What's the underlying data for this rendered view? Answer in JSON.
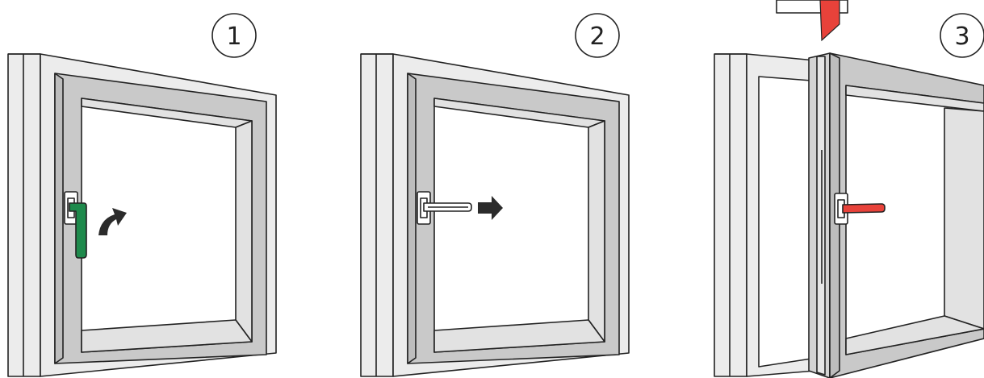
{
  "steps": [
    {
      "number": "1",
      "handle_state": "down",
      "handle_color": "#1e8a4c",
      "arrow": "curved-up-arrow"
    },
    {
      "number": "2",
      "handle_state": "horizontal",
      "handle_color": "#ffffff",
      "arrow": "right-arrow"
    },
    {
      "number": "3",
      "handle_state": "horizontal",
      "handle_color": "#e8423a",
      "arrow": "open-sash"
    }
  ],
  "colors": {
    "outline": "#222222",
    "frame": "#ececec",
    "frame_inner": "#c8c8c8",
    "reveal": "#e2e2e2",
    "arrow": "#2b2b2b",
    "accent_red": "#e8423a",
    "accent_green": "#1e8a4c"
  }
}
